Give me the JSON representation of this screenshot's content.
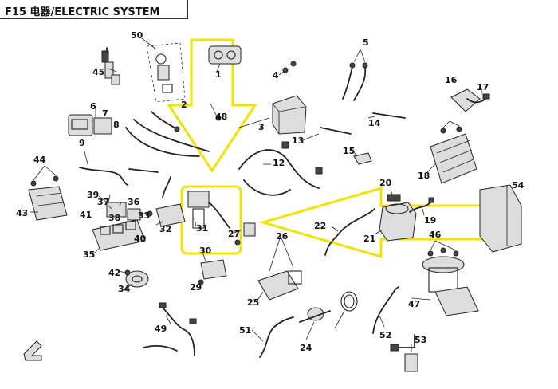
{
  "title": "F15 电器/ELECTRIC SYSTEM",
  "callouts": [
    "1",
    "2",
    "3",
    "4",
    "5",
    "6",
    "7",
    "8",
    "9",
    "12",
    "13",
    "14",
    "15",
    "16",
    "17",
    "18",
    "19",
    "20",
    "21",
    "22",
    "24",
    "25",
    "26",
    "27",
    "29",
    "30",
    "31",
    "32",
    "33",
    "34",
    "35",
    "36",
    "37",
    "38",
    "39",
    "40",
    "41",
    "42",
    "43",
    "44",
    "45",
    "46",
    "47",
    "48",
    "49",
    "50",
    "51",
    "52",
    "53",
    "54"
  ],
  "colors": {
    "highlight": "#f2e400",
    "line": "#222222"
  }
}
